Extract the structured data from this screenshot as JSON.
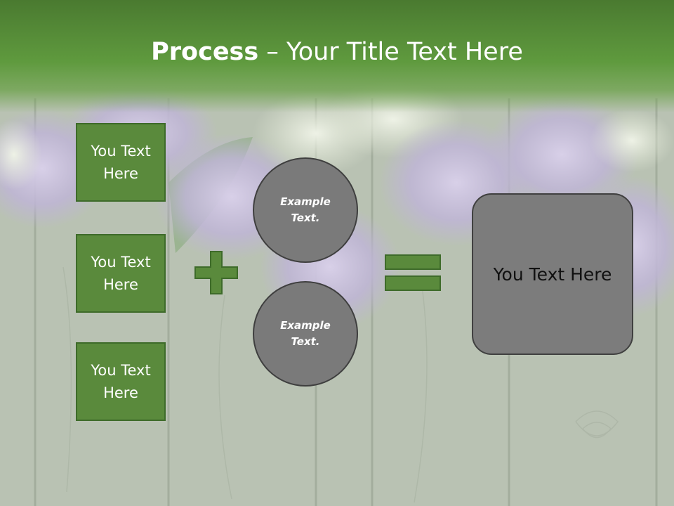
{
  "slide": {
    "title_bold": "Process",
    "title_rest": " – Your Title Text Here"
  },
  "left_boxes": [
    "You Text Here",
    "You Text Here",
    "You Text Here"
  ],
  "circles": [
    "Example Text.",
    "Example Text."
  ],
  "result": "You Text Here",
  "colors": {
    "header_green": "#5f9a3e",
    "box_green": "#5a8a3c",
    "box_border": "#3e6b2a",
    "circle_gray": "#7a7a7a",
    "result_gray": "#7c7c7c"
  },
  "icons": {
    "operator_left": "plus-icon",
    "operator_right": "equals-icon"
  }
}
